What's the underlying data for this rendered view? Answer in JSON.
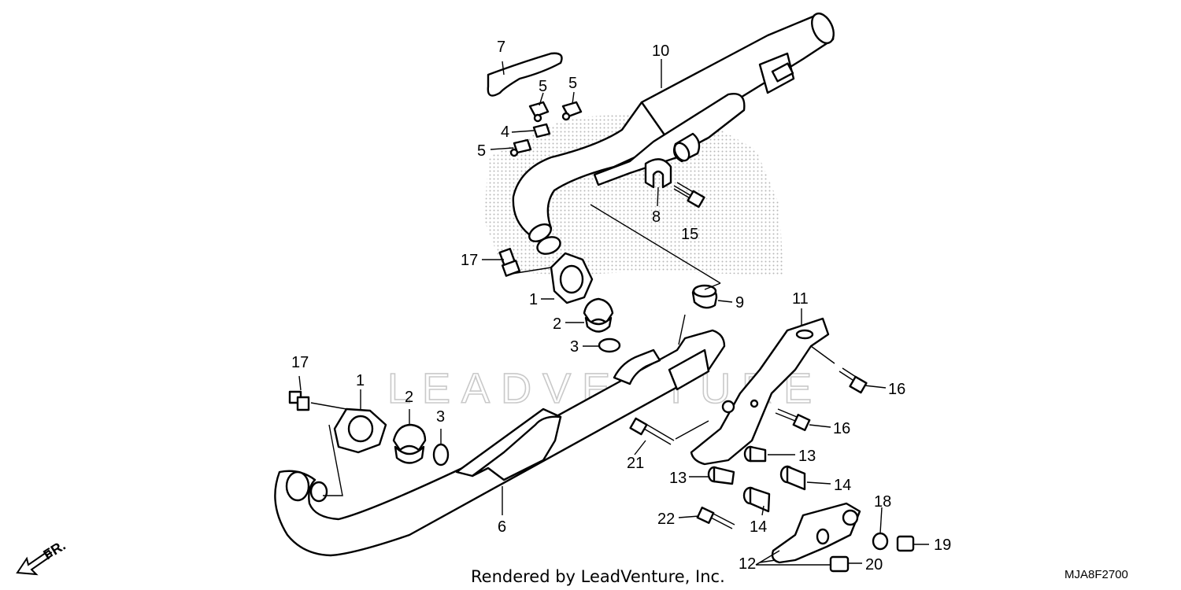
{
  "watermark_text": "LEADVENTURE",
  "footer": {
    "rendered_by": "Rendered by LeadVenture, Inc.",
    "diagram_code": "MJA8F2700"
  },
  "direction_label": "FR.",
  "callouts": {
    "c1a": "1",
    "c1b": "1",
    "c2a": "2",
    "c2b": "2",
    "c3a": "3",
    "c3b": "3",
    "c4": "4",
    "c5a": "5",
    "c5b": "5",
    "c5c": "5",
    "c6": "6",
    "c7": "7",
    "c8": "8",
    "c9": "9",
    "c10": "10",
    "c11": "11",
    "c12": "12",
    "c13a": "13",
    "c13b": "13",
    "c14a": "14",
    "c14b": "14",
    "c15": "15",
    "c16a": "16",
    "c16b": "16",
    "c17a": "17",
    "c17b": "17",
    "c18": "18",
    "c19": "19",
    "c20": "20",
    "c21": "21",
    "c22": "22"
  },
  "colors": {
    "ink": "#000000",
    "dot_shading": "#b8b8b8",
    "watermark": "#c9c9c9",
    "background": "#ffffff"
  }
}
